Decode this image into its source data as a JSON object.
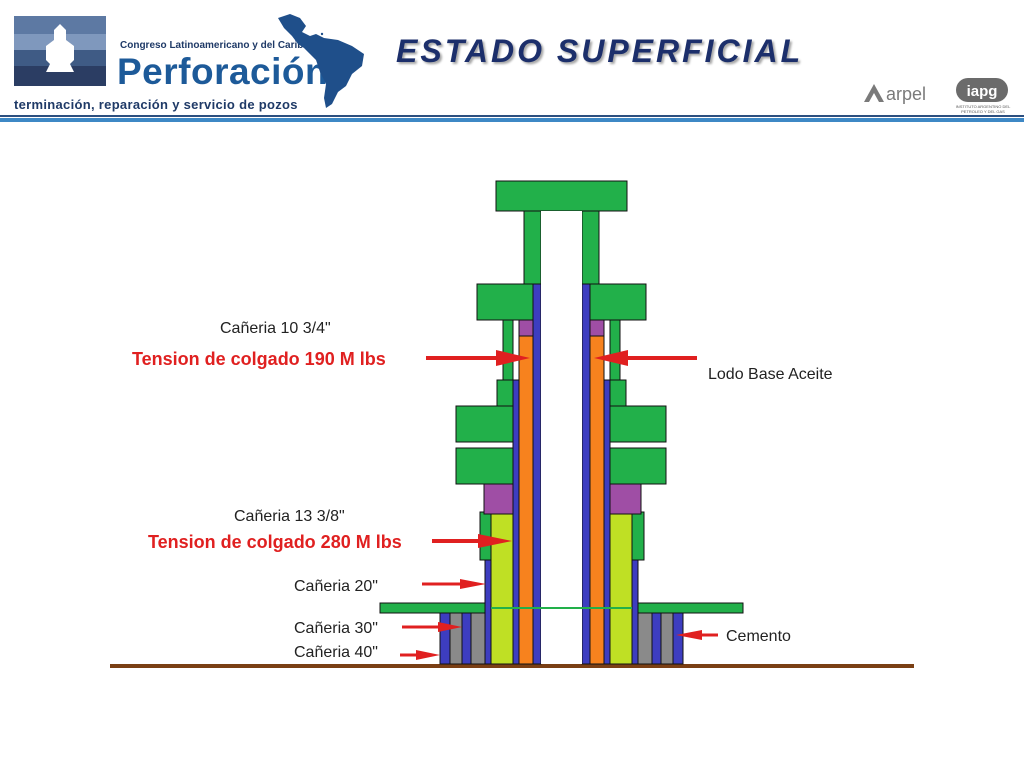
{
  "header": {
    "congress_line": "Congreso Latinoamericano y del Caribe de",
    "brand": "Perforación",
    "tagline": "terminación, reparación y servicio de pozos",
    "title": "ESTADO SUPERFICIAL",
    "arpel_logo_text": "arpel",
    "iapg_logo_text": "iapg",
    "iapg_subtitle": "INSTITUTO ARGENTINO DEL PETROLEO Y DEL GAS"
  },
  "labels": {
    "casing_10": "Cañeria  10 3/4\"",
    "tension_190": "Tension de colgado  190 M lbs",
    "lodo": "Lodo Base Aceite",
    "casing_13": "Cañeria  13 3/8\"",
    "tension_280": "Tension de colgado  280 M lbs",
    "casing_20": "Cañeria  20\"",
    "casing_30": "Cañeria  30\"",
    "casing_40": "Cañeria  40\"",
    "cemento": "Cemento"
  },
  "colors": {
    "flange_green": "#22b04a",
    "casing_blue": "#3d3dc0",
    "mud_orange": "#f7821e",
    "cement_lime": "#bfe024",
    "seal_purple": "#9f4ea5",
    "cement_grey": "#8a8a8a",
    "ground_brown": "#7a3f14",
    "arrow_red": "#e02020",
    "title_navy": "#1c2f6b"
  }
}
